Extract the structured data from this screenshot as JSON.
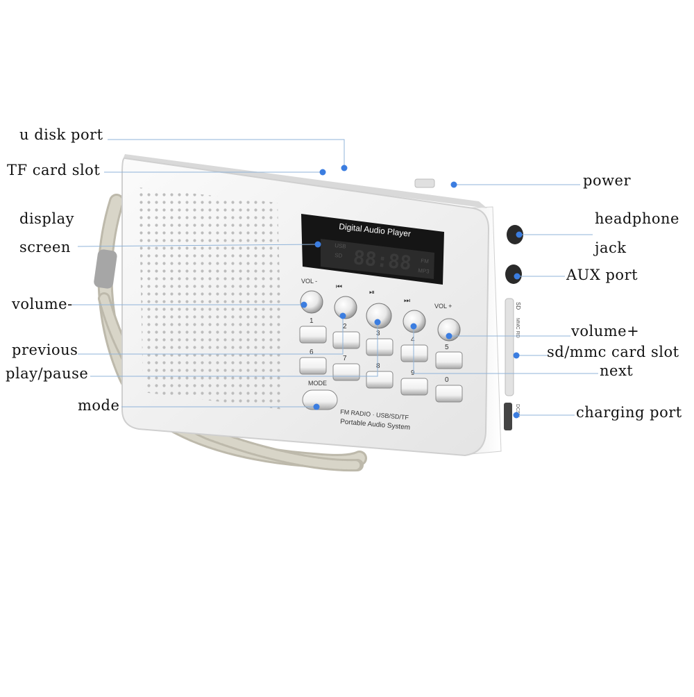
{
  "device": {
    "display_title": "Digital Audio Player",
    "lcd_digits": "88:88",
    "lcd_usb": "USB",
    "lcd_sd": "SD",
    "lcd_fm": "FM",
    "lcd_mp3": "MP3",
    "label_vol_minus": "VOL -",
    "label_vol_plus": "VOL +",
    "label_prev": "⏮",
    "label_play": "⏯",
    "label_next": "⏭",
    "num_1": "1",
    "num_2": "2",
    "num_3": "3",
    "num_4": "4",
    "num_5": "5",
    "num_6": "6",
    "num_7": "7",
    "num_8": "8",
    "num_9": "9",
    "num_0": "0",
    "mode_label": "MODE",
    "bottom_line1": "FM RADIO · USB/SD/TF",
    "bottom_line2": "Portable Audio System",
    "side_sd": "SD",
    "side_mmc": "MMC RD",
    "side_dc": "DC5V"
  },
  "callouts": {
    "u_disk_port": "u disk port",
    "tf_card_slot": "TF card slot",
    "power": "power",
    "display": "display",
    "screen": "screen",
    "headphone": "headphone",
    "jack": "jack",
    "aux_port": "AUX port",
    "volume_minus": "volume-",
    "volume_plus": "volume+",
    "previous": "previous",
    "sd_mmc_card_slot": "sd/mmc card slot",
    "play_pause": "play/pause",
    "next": "next",
    "mode": "mode",
    "charging_port": "charging port"
  },
  "colors": {
    "leader_line": "#8fb3d9",
    "dot": "#3b7de0",
    "body": "#f6f6f6",
    "lcd": "#141414",
    "lanyard": "#cfccc0"
  }
}
